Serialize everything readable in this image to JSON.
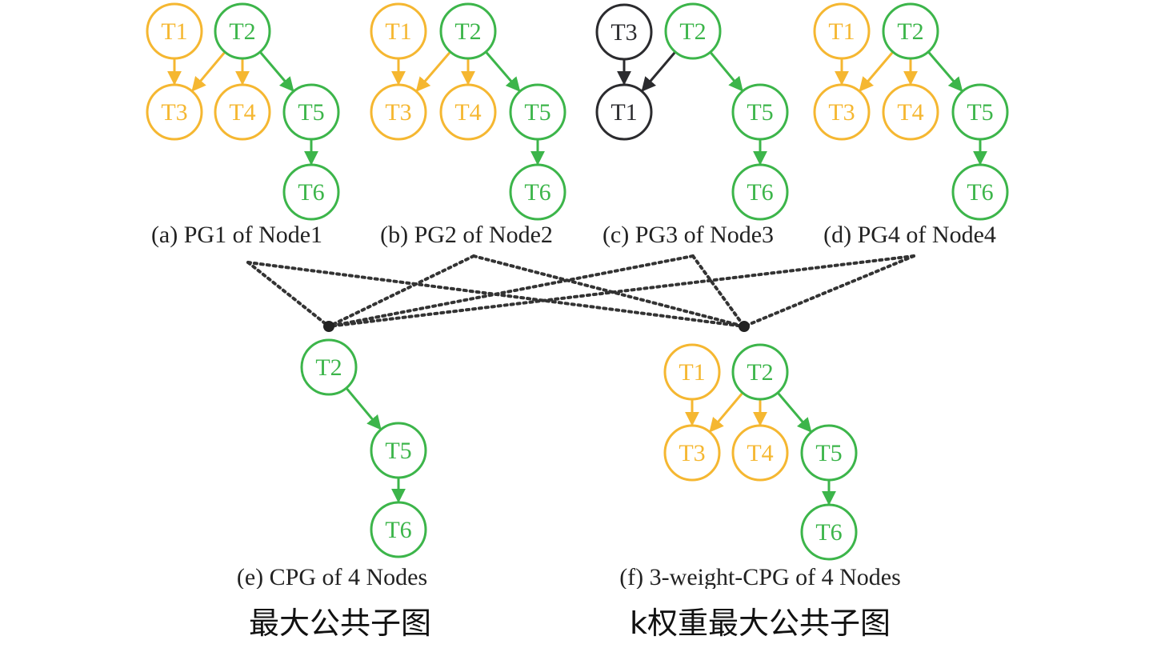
{
  "colors": {
    "yellow": "#f5b731",
    "green": "#3cb54a",
    "black": "#2b2b2e",
    "dotted": "#333333",
    "caption": "#222222"
  },
  "panels": [
    {
      "id": "a",
      "caption": "(a) PG1 of Node1",
      "nodes": [
        {
          "id": "T1",
          "label": "T1",
          "color": "yellow"
        },
        {
          "id": "T2",
          "label": "T2",
          "color": "green"
        },
        {
          "id": "T3",
          "label": "T3",
          "color": "yellow"
        },
        {
          "id": "T4",
          "label": "T4",
          "color": "yellow"
        },
        {
          "id": "T5",
          "label": "T5",
          "color": "green"
        },
        {
          "id": "T6",
          "label": "T6",
          "color": "green"
        }
      ],
      "edges": [
        {
          "from": "T1",
          "to": "T3",
          "color": "yellow"
        },
        {
          "from": "T2",
          "to": "T3",
          "color": "yellow"
        },
        {
          "from": "T2",
          "to": "T4",
          "color": "yellow"
        },
        {
          "from": "T2",
          "to": "T5",
          "color": "green"
        },
        {
          "from": "T5",
          "to": "T6",
          "color": "green"
        }
      ]
    },
    {
      "id": "b",
      "caption": "(b) PG2 of Node2",
      "nodes": [
        {
          "id": "T1",
          "label": "T1",
          "color": "yellow"
        },
        {
          "id": "T2",
          "label": "T2",
          "color": "green"
        },
        {
          "id": "T3",
          "label": "T3",
          "color": "yellow"
        },
        {
          "id": "T4",
          "label": "T4",
          "color": "yellow"
        },
        {
          "id": "T5",
          "label": "T5",
          "color": "green"
        },
        {
          "id": "T6",
          "label": "T6",
          "color": "green"
        }
      ],
      "edges": [
        {
          "from": "T1",
          "to": "T3",
          "color": "yellow"
        },
        {
          "from": "T2",
          "to": "T3",
          "color": "yellow"
        },
        {
          "from": "T2",
          "to": "T4",
          "color": "yellow"
        },
        {
          "from": "T2",
          "to": "T5",
          "color": "green"
        },
        {
          "from": "T5",
          "to": "T6",
          "color": "green"
        }
      ]
    },
    {
      "id": "c",
      "caption": "(c) PG3 of Node3",
      "nodes": [
        {
          "id": "T3",
          "label": "T3",
          "color": "black"
        },
        {
          "id": "T2",
          "label": "T2",
          "color": "green"
        },
        {
          "id": "T1",
          "label": "T1",
          "color": "black"
        },
        {
          "id": "T5",
          "label": "T5",
          "color": "green"
        },
        {
          "id": "T6",
          "label": "T6",
          "color": "green"
        }
      ],
      "edges": [
        {
          "from": "T3",
          "to": "T1",
          "color": "black"
        },
        {
          "from": "T2",
          "to": "T1",
          "color": "black"
        },
        {
          "from": "T2",
          "to": "T5",
          "color": "green"
        },
        {
          "from": "T5",
          "to": "T6",
          "color": "green"
        }
      ]
    },
    {
      "id": "d",
      "caption": "(d) PG4 of Node4",
      "nodes": [
        {
          "id": "T1",
          "label": "T1",
          "color": "yellow"
        },
        {
          "id": "T2",
          "label": "T2",
          "color": "green"
        },
        {
          "id": "T3",
          "label": "T3",
          "color": "yellow"
        },
        {
          "id": "T4",
          "label": "T4",
          "color": "yellow"
        },
        {
          "id": "T5",
          "label": "T5",
          "color": "green"
        },
        {
          "id": "T6",
          "label": "T6",
          "color": "green"
        }
      ],
      "edges": [
        {
          "from": "T1",
          "to": "T3",
          "color": "yellow"
        },
        {
          "from": "T2",
          "to": "T3",
          "color": "yellow"
        },
        {
          "from": "T2",
          "to": "T4",
          "color": "yellow"
        },
        {
          "from": "T2",
          "to": "T5",
          "color": "green"
        },
        {
          "from": "T5",
          "to": "T6",
          "color": "green"
        }
      ]
    },
    {
      "id": "e",
      "caption": "(e) CPG of 4 Nodes",
      "nodes": [
        {
          "id": "T2",
          "label": "T2",
          "color": "green"
        },
        {
          "id": "T5",
          "label": "T5",
          "color": "green"
        },
        {
          "id": "T6",
          "label": "T6",
          "color": "green"
        }
      ],
      "edges": [
        {
          "from": "T2",
          "to": "T5",
          "color": "green"
        },
        {
          "from": "T5",
          "to": "T6",
          "color": "green"
        }
      ]
    },
    {
      "id": "f",
      "caption": "(f) 3-weight-CPG of 4 Nodes",
      "nodes": [
        {
          "id": "T1",
          "label": "T1",
          "color": "yellow"
        },
        {
          "id": "T2",
          "label": "T2",
          "color": "green"
        },
        {
          "id": "T3",
          "label": "T3",
          "color": "yellow"
        },
        {
          "id": "T4",
          "label": "T4",
          "color": "yellow"
        },
        {
          "id": "T5",
          "label": "T5",
          "color": "green"
        },
        {
          "id": "T6",
          "label": "T6",
          "color": "green"
        }
      ],
      "edges": [
        {
          "from": "T1",
          "to": "T3",
          "color": "yellow"
        },
        {
          "from": "T2",
          "to": "T3",
          "color": "yellow"
        },
        {
          "from": "T2",
          "to": "T4",
          "color": "yellow"
        },
        {
          "from": "T2",
          "to": "T5",
          "color": "green"
        },
        {
          "from": "T5",
          "to": "T6",
          "color": "green"
        }
      ]
    }
  ],
  "connectors": [
    {
      "from": "a",
      "to": "e"
    },
    {
      "from": "b",
      "to": "e"
    },
    {
      "from": "c",
      "to": "e"
    },
    {
      "from": "d",
      "to": "e"
    },
    {
      "from": "a",
      "to": "f"
    },
    {
      "from": "b",
      "to": "f"
    },
    {
      "from": "c",
      "to": "f"
    },
    {
      "from": "d",
      "to": "f"
    }
  ],
  "bottom_labels": {
    "left": "最大公共子图",
    "right": "k权重最大公共子图"
  }
}
